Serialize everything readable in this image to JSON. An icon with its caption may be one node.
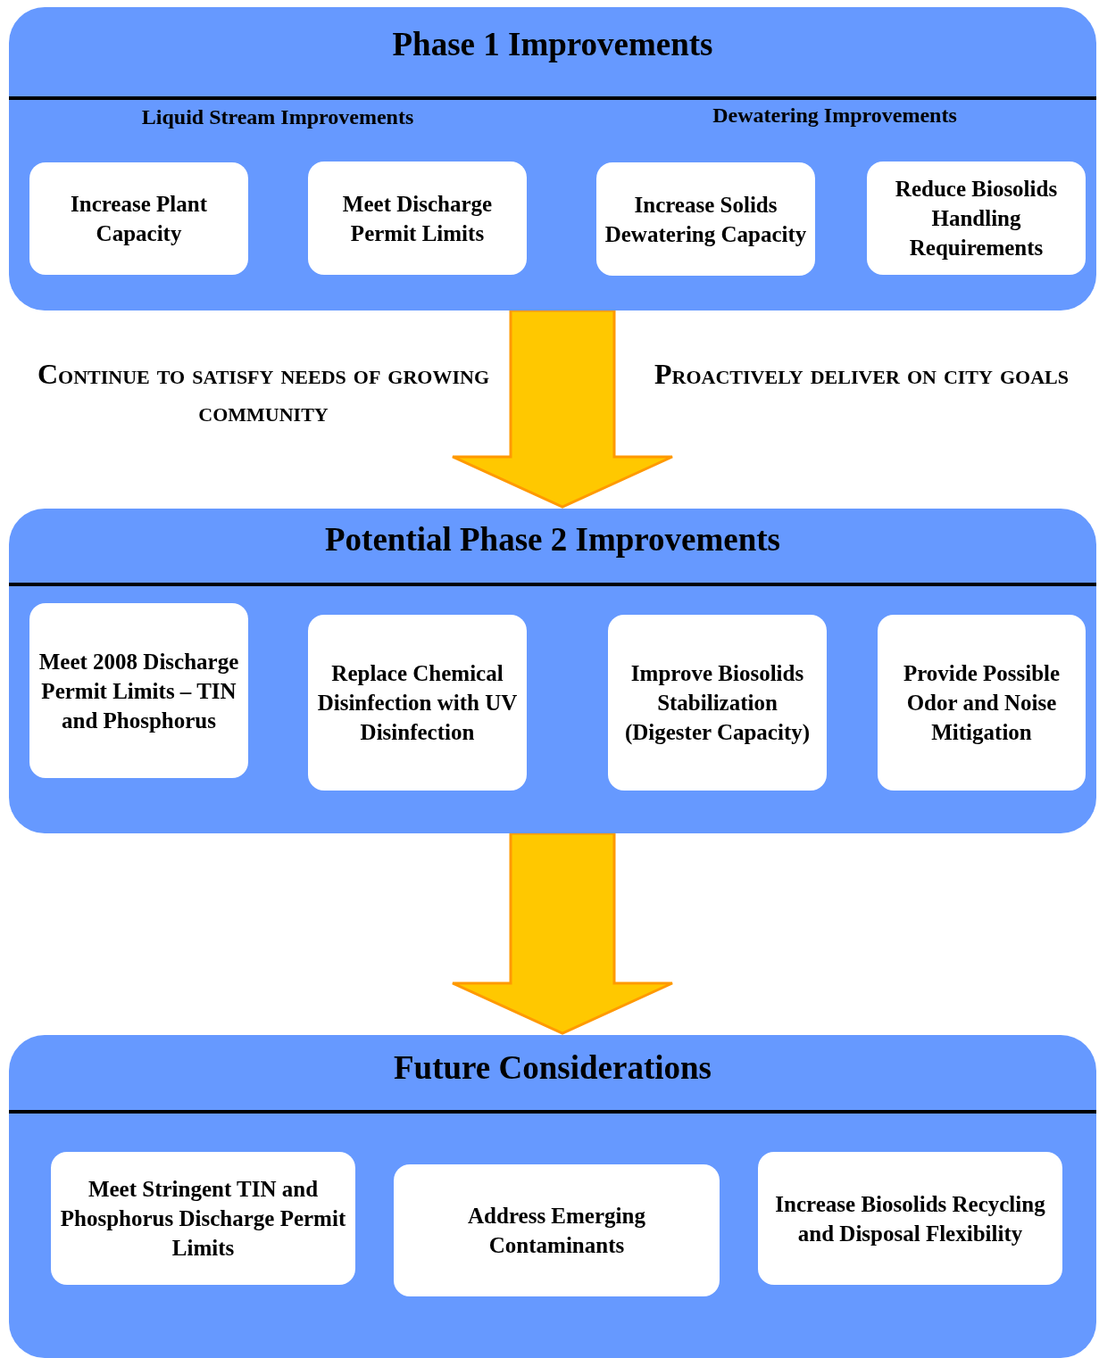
{
  "diagram": {
    "nodes": [
      {
        "text": [
          "Phase 1 Improvements",
          "Liquid Stream Improvements",
          "Dewatering Improvements"
        ]
      },
      {
        "text": [
          "Increase Plant Capacity"
        ],
        "in": 0
      },
      {
        "text": [
          "Meet Discharge Permit Limits"
        ],
        "in": 0
      },
      {
        "text": [
          "Increase Solids Dewatering Capacity"
        ],
        "in": 0
      },
      {
        "text": [
          "Reduce Biosolids Handling Requirements"
        ],
        "in": 0
      },
      {
        "text": [
          "Potential Phase 2 Improvements"
        ]
      },
      {
        "text": [
          "Meet 2008 Discharge Permit Limits – TIN and Phosphorus"
        ],
        "in": 5
      },
      {
        "text": [
          "Replace Chemical Disinfection with UV Disinfection"
        ],
        "in": 5
      },
      {
        "text": [
          "Improve Biosolids Stabilization (Digester Capacity)"
        ],
        "in": 5
      },
      {
        "text": [
          "Provide Possible Odor and Noise Mitigation"
        ],
        "in": 5
      },
      {
        "text": [
          "Future Considerations"
        ]
      },
      {
        "text": [
          "Meet Stringent TIN and Phosphorus Discharge Permit Limits"
        ],
        "in": 10
      },
      {
        "text": [
          "Address Emerging Contaminants"
        ],
        "in": 10
      },
      {
        "text": [
          "Increase Biosolids Recycling and Disposal Flexibility"
        ],
        "in": 10
      }
    ],
    "edges": [
      {
        "from": 0,
        "to": 5,
        "arrow": "to"
      },
      {
        "from": 5,
        "to": 10,
        "arrow": "to"
      }
    ],
    "labels": [
      "Continue to satisfy needs of growing community",
      "Proactively deliver on city goals"
    ]
  }
}
